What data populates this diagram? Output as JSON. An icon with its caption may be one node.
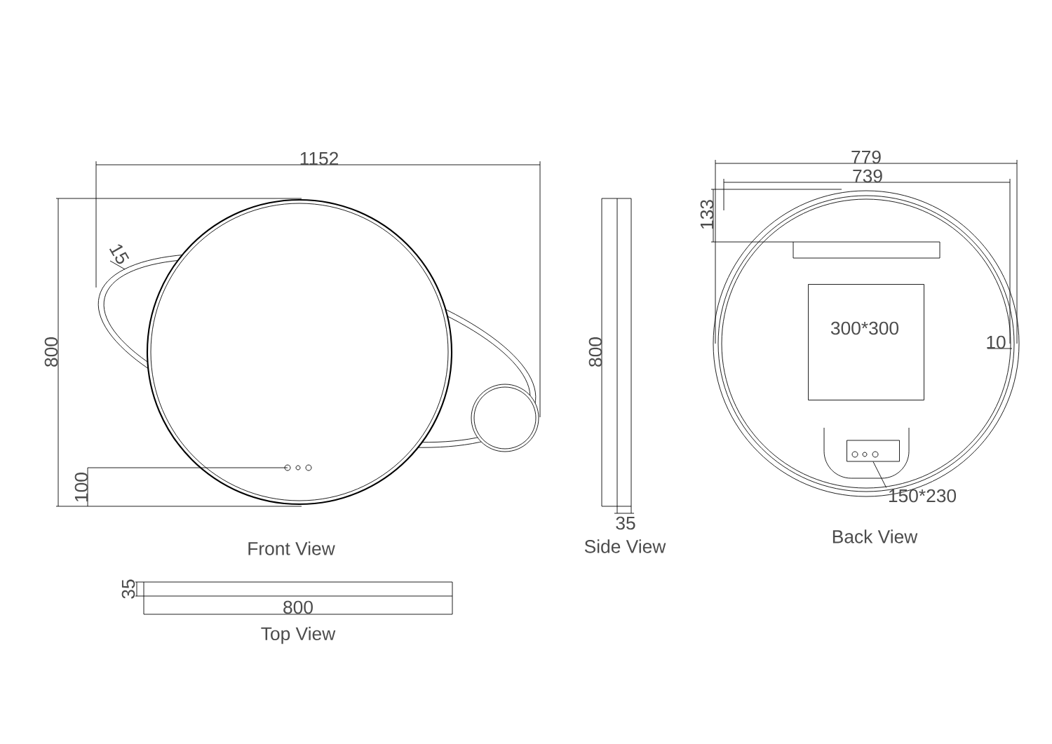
{
  "diagram": {
    "nodes": [
      {
        "text": [
          "300*300"
        ]
      },
      {
        "text": [
          "150*230"
        ]
      },
      {
        "text": [],
        "shape": "box"
      }
    ],
    "edges": [
      {
        "from": 1,
        "to": 2,
        "arrow": "none"
      }
    ],
    "labels": [
      "1152",
      "779",
      "739",
      "133",
      "15",
      "800",
      "800",
      "10",
      "100",
      "35",
      "Front View",
      "Side View",
      "Back View",
      "35",
      "800",
      "Top View"
    ]
  }
}
